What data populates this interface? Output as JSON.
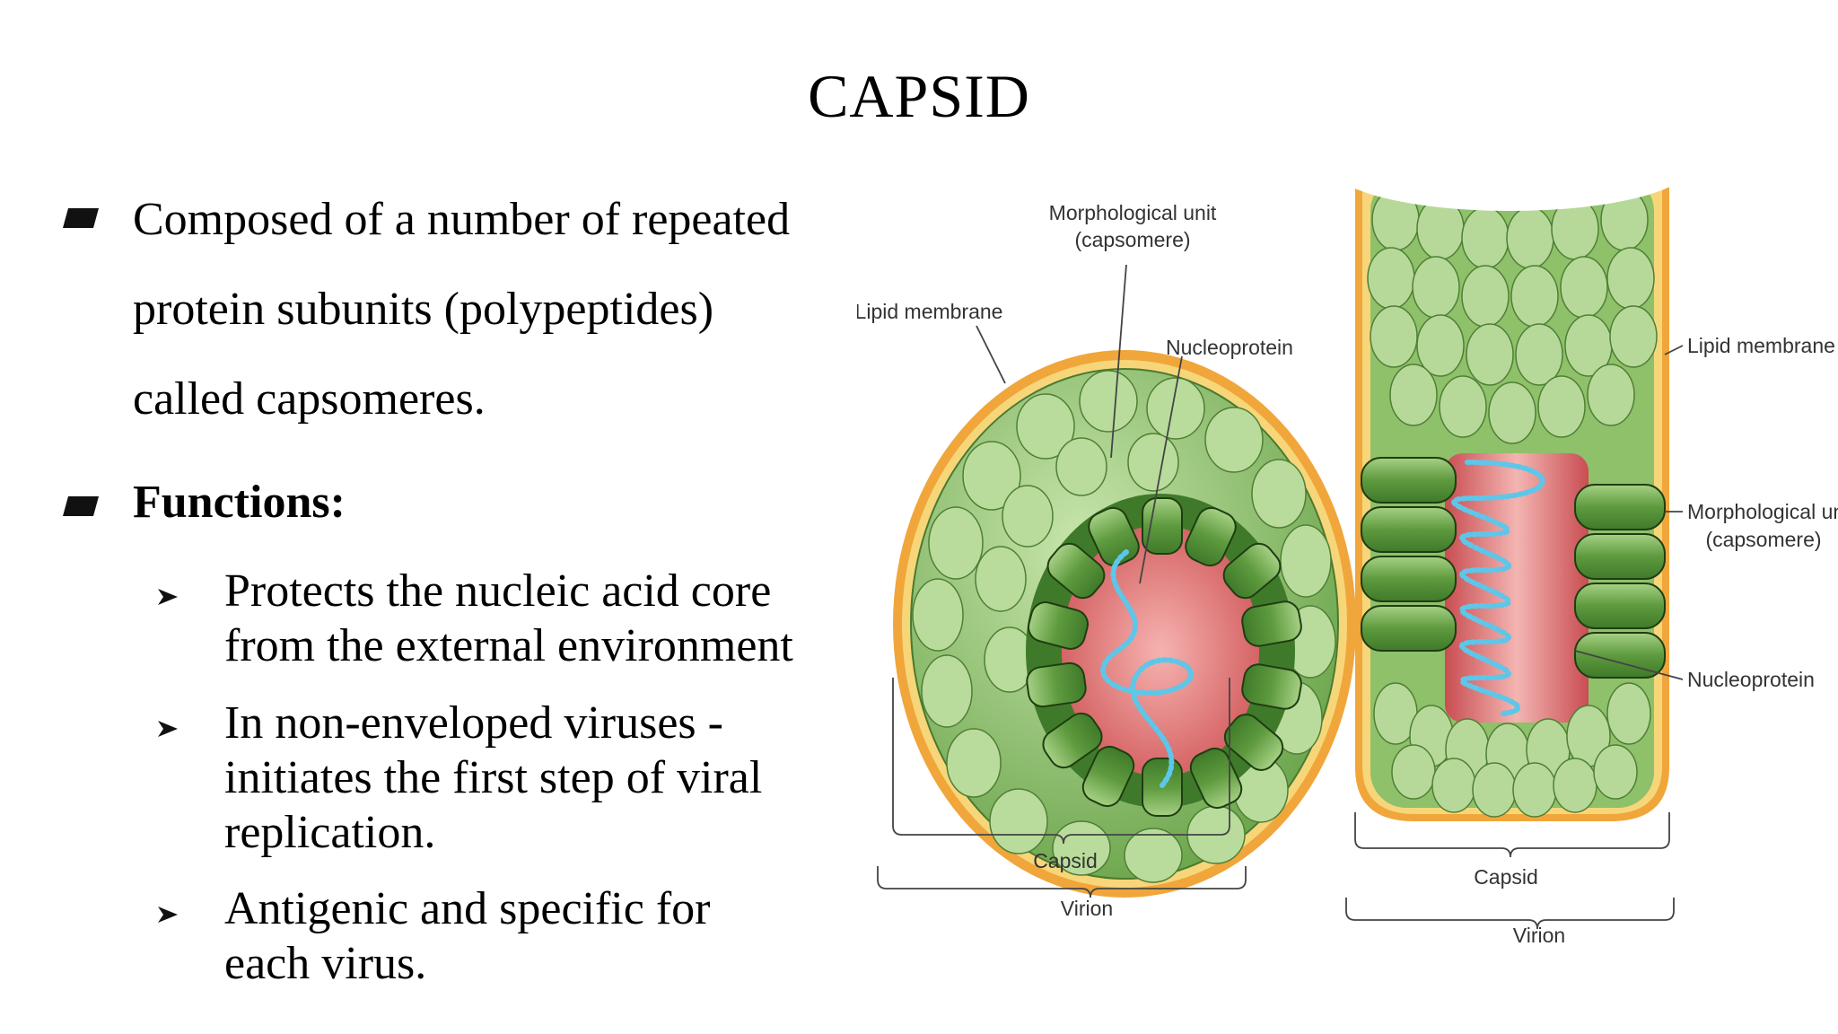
{
  "slide": {
    "title": "CAPSID",
    "bullets": {
      "composed_line1": "Composed of a number of repeated",
      "composed_line2": "protein subunits (polypeptides)",
      "composed_line3": "called capsomeres.",
      "functions_label": "Functions:"
    },
    "functions": [
      {
        "line1": "Protects the nucleic acid core",
        "line2": "from the external environment"
      },
      {
        "line1": "In non-enveloped viruses -",
        "line2": "initiates the first step of viral",
        "line3": "replication."
      },
      {
        "line1": "Antigenic and specific for",
        "line2": "each virus."
      }
    ]
  },
  "diagram": {
    "left": {
      "morph_unit": "Morphological unit",
      "capsomere": "(capsomere)",
      "lipid": "Lipid membrane",
      "nucleoprotein": "Nucleoprotein",
      "capsid": "Capsid",
      "virion": "Virion"
    },
    "right": {
      "lipid": "Lipid membrane",
      "morph_unit": "Morphological unit",
      "capsomere": "(capsomere)",
      "nucleoprotein": "Nucleoprotein",
      "capsid": "Capsid",
      "virion": "Virion"
    },
    "colors": {
      "capsomere_dark": "#5c9a3c",
      "capsomere_light": "#b6d99a",
      "envelope": "#f0a63a",
      "core": "#d9676a",
      "nucleic_acid": "#5ec6e8"
    }
  }
}
